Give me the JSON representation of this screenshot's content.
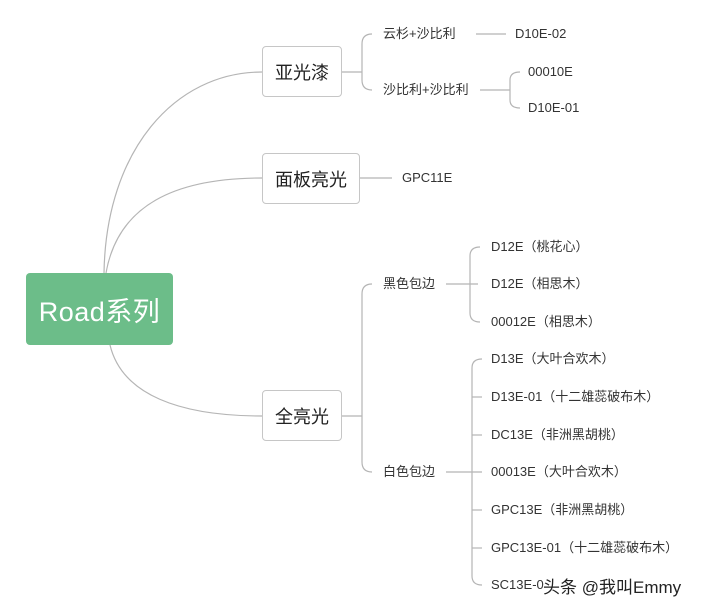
{
  "root": {
    "label": "Road系列"
  },
  "branches": [
    {
      "label": "亚光漆",
      "children": [
        {
          "label": "云杉+沙比利",
          "children": [
            {
              "label": "D10E-02"
            }
          ]
        },
        {
          "label": "沙比利+沙比利",
          "children": [
            {
              "label": "00010E"
            },
            {
              "label": "D10E-01"
            }
          ]
        }
      ]
    },
    {
      "label": "面板亮光",
      "children": [
        {
          "label": "GPC11E"
        }
      ]
    },
    {
      "label": "全亮光",
      "children": [
        {
          "label": "黑色包边",
          "children": [
            {
              "label": "D12E（桃花心）"
            },
            {
              "label": "D12E（相思木）"
            },
            {
              "label": "00012E（相思木）"
            }
          ]
        },
        {
          "label": "白色包边",
          "children": [
            {
              "label": "D13E（大叶合欢木）"
            },
            {
              "label": "D13E-01（十二雄蕊破布木）"
            },
            {
              "label": "DC13E（非洲黑胡桃）"
            },
            {
              "label": "00013E（大叶合欢木）"
            },
            {
              "label": "GPC13E（非洲黑胡桃）"
            },
            {
              "label": "GPC13E-01（十二雄蕊破布木）"
            },
            {
              "label": "SC13E-0"
            }
          ]
        }
      ]
    }
  ],
  "watermark": {
    "label": "头条 @我叫Emmy"
  },
  "colors": {
    "background": "#ffffff",
    "root_fill": "#6cbd89",
    "root_text": "#ffffff",
    "line": "#b5b5b5",
    "node_border": "#c6c6c6",
    "text": "#333333"
  }
}
